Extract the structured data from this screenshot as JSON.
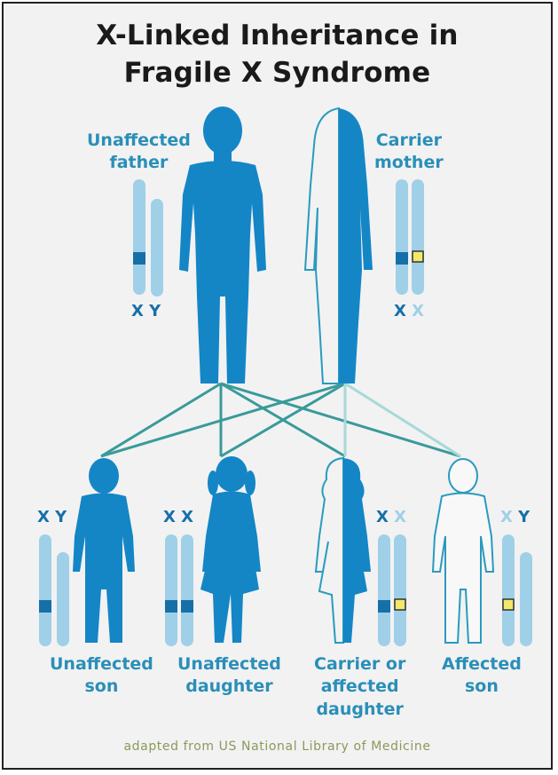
{
  "title_line1": "X-Linked Inheritance in",
  "title_line2": "Fragile X Syndrome",
  "colors": {
    "figure_blue": "#1486c6",
    "chromosome_light": "#9fd0e8",
    "band_dark": "#1670a8",
    "mutation_yellow": "#f2e86a",
    "label_blue": "#2a8fb8",
    "line_teal": "#3a9a9a",
    "background": "#f2f2f2"
  },
  "parents": {
    "father": {
      "label_line1": "Unaffected",
      "label_line2": "father",
      "chrom_left": "X",
      "chrom_right": "Y"
    },
    "mother": {
      "label_line1": "Carrier",
      "label_line2": "mother",
      "chrom_left": "X",
      "chrom_right": "X"
    }
  },
  "children": [
    {
      "label_line1": "Unaffected",
      "label_line2": "son",
      "label_line3": "",
      "chrom_left": "X",
      "chrom_right": "Y"
    },
    {
      "label_line1": "Unaffected",
      "label_line2": "daughter",
      "label_line3": "",
      "chrom_left": "X",
      "chrom_right": "X"
    },
    {
      "label_line1": "Carrier or",
      "label_line2": "affected",
      "label_line3": "daughter",
      "chrom_left": "X",
      "chrom_right": "X"
    },
    {
      "label_line1": "Affected",
      "label_line2": "son",
      "label_line3": "",
      "chrom_left": "X",
      "chrom_right": "Y"
    }
  ],
  "credit": "adapted from US National Library of Medicine",
  "icons": [
    "male-figure-icon",
    "female-figure-icon",
    "boy-figure-icon",
    "girl-figure-icon",
    "chromosome-icon",
    "fragile-x-mutation-icon"
  ]
}
